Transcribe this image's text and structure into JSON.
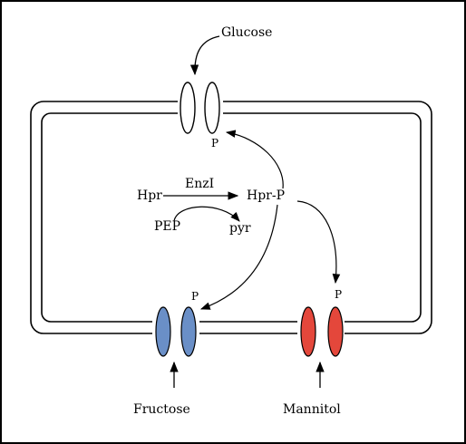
{
  "labels": {
    "glucose": "Glucose",
    "fructose": "Fructose",
    "mannitol": "Mannitol",
    "hpr": "Hpr",
    "enz1": "EnzI",
    "hpr_p": "Hpr-P",
    "pep": "PEP",
    "pyr": "pyr",
    "p_glucose": "P",
    "p_fructose": "P",
    "p_mannitol": "P"
  },
  "colors": {
    "glucose_porter": "#ffffff",
    "fructose_porter": "#6a8fc7",
    "mannitol_porter": "#e4473b",
    "membrane": "#000000"
  }
}
